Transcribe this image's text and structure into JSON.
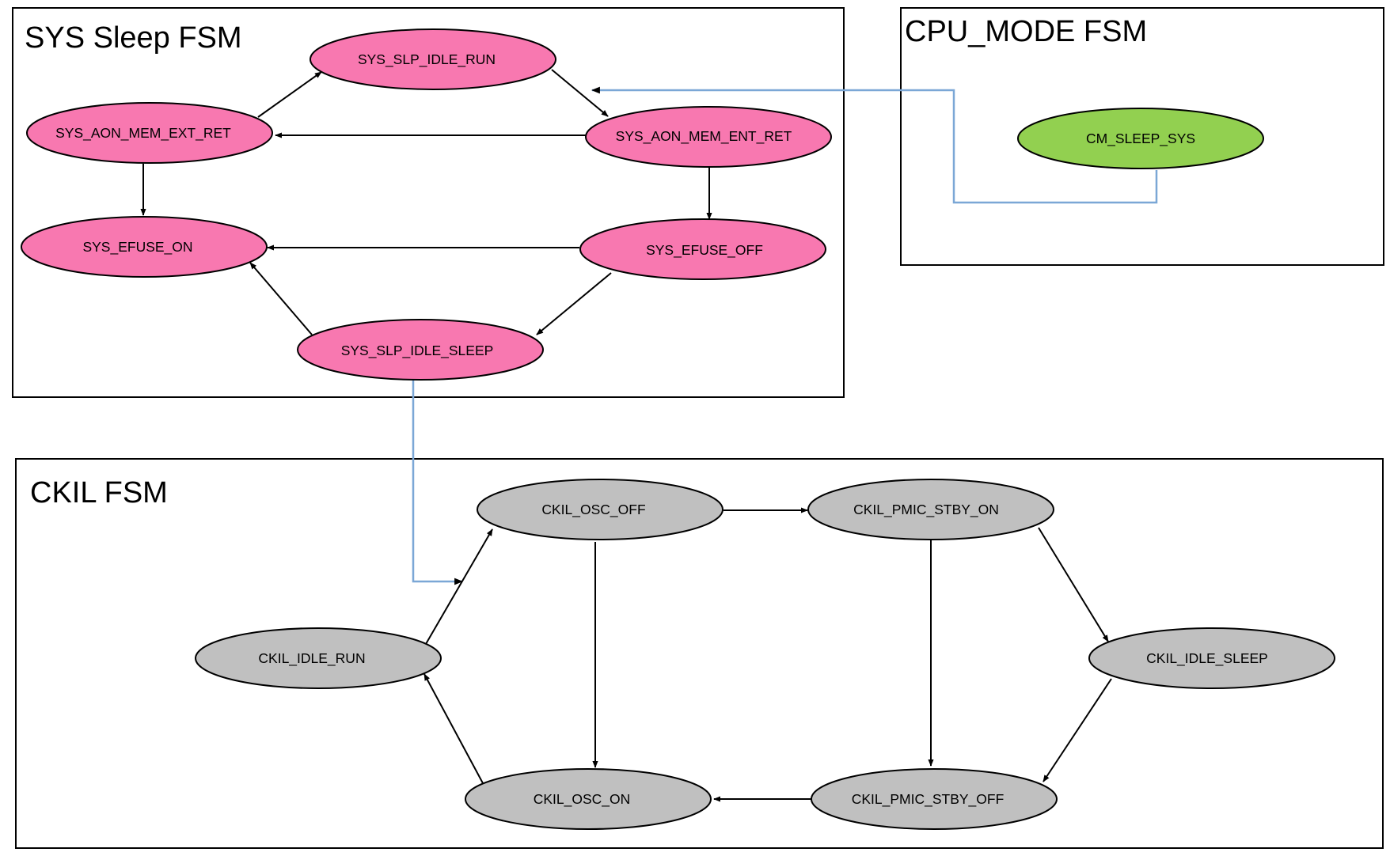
{
  "colors": {
    "sys_state": "#f878b0",
    "cpu_state": "#92d050",
    "ckil_state": "#c0c0c0",
    "edge": "#000000",
    "link": "#7ba7d6",
    "border": "#000000"
  },
  "groups": [
    {
      "id": "sys",
      "title": "SYS Sleep FSM"
    },
    {
      "id": "cpu",
      "title": "CPU_MODE FSM"
    },
    {
      "id": "ckil",
      "title": "CKIL FSM"
    }
  ],
  "states": [
    {
      "id": "sys_slp_idle_run",
      "group": "sys",
      "label": "SYS_SLP_IDLE_RUN"
    },
    {
      "id": "sys_aon_mem_ext_ret",
      "group": "sys",
      "label": "SYS_AON_MEM_EXT_RET"
    },
    {
      "id": "sys_aon_mem_ent_ret",
      "group": "sys",
      "label": "SYS_AON_MEM_ENT_RET"
    },
    {
      "id": "sys_efuse_on",
      "group": "sys",
      "label": "SYS_EFUSE_ON"
    },
    {
      "id": "sys_efuse_off",
      "group": "sys",
      "label": "SYS_EFUSE_OFF"
    },
    {
      "id": "sys_slp_idle_sleep",
      "group": "sys",
      "label": "SYS_SLP_IDLE_SLEEP"
    },
    {
      "id": "cm_sleep_sys",
      "group": "cpu",
      "label": "CM_SLEEP_SYS"
    },
    {
      "id": "ckil_osc_off",
      "group": "ckil",
      "label": "CKIL_OSC_OFF"
    },
    {
      "id": "ckil_pmic_stby_on",
      "group": "ckil",
      "label": "CKIL_PMIC_STBY_ON"
    },
    {
      "id": "ckil_idle_run",
      "group": "ckil",
      "label": "CKIL_IDLE_RUN"
    },
    {
      "id": "ckil_idle_sleep",
      "group": "ckil",
      "label": "CKIL_IDLE_SLEEP"
    },
    {
      "id": "ckil_osc_on",
      "group": "ckil",
      "label": "CKIL_OSC_ON"
    },
    {
      "id": "ckil_pmic_stby_off",
      "group": "ckil",
      "label": "CKIL_PMIC_STBY_OFF"
    }
  ],
  "transitions": [
    {
      "from": "sys_aon_mem_ext_ret",
      "to": "sys_slp_idle_run"
    },
    {
      "from": "sys_slp_idle_run",
      "to": "sys_aon_mem_ent_ret"
    },
    {
      "from": "sys_aon_mem_ent_ret",
      "to": "sys_aon_mem_ext_ret"
    },
    {
      "from": "sys_aon_mem_ext_ret",
      "to": "sys_efuse_on"
    },
    {
      "from": "sys_aon_mem_ent_ret",
      "to": "sys_efuse_off"
    },
    {
      "from": "sys_efuse_off",
      "to": "sys_efuse_on"
    },
    {
      "from": "sys_efuse_off",
      "to": "sys_slp_idle_sleep"
    },
    {
      "from": "sys_slp_idle_sleep",
      "to": "sys_efuse_on"
    },
    {
      "from": "ckil_osc_off",
      "to": "ckil_pmic_stby_on"
    },
    {
      "from": "ckil_idle_run",
      "to": "ckil_osc_off"
    },
    {
      "from": "ckil_osc_off",
      "to": "ckil_osc_on"
    },
    {
      "from": "ckil_pmic_stby_on",
      "to": "ckil_pmic_stby_off"
    },
    {
      "from": "ckil_pmic_stby_on",
      "to": "ckil_idle_sleep"
    },
    {
      "from": "ckil_idle_sleep",
      "to": "ckil_pmic_stby_off"
    },
    {
      "from": "ckil_pmic_stby_off",
      "to": "ckil_osc_on"
    },
    {
      "from": "ckil_osc_on",
      "to": "ckil_idle_run"
    }
  ],
  "cross_links": [
    {
      "from": "cm_sleep_sys",
      "to": "sys_slp_idle_run_to_sys_aon_mem_ent_ret_edge"
    },
    {
      "from": "sys_slp_idle_sleep",
      "to": "ckil_idle_run_to_ckil_osc_off_edge"
    }
  ]
}
